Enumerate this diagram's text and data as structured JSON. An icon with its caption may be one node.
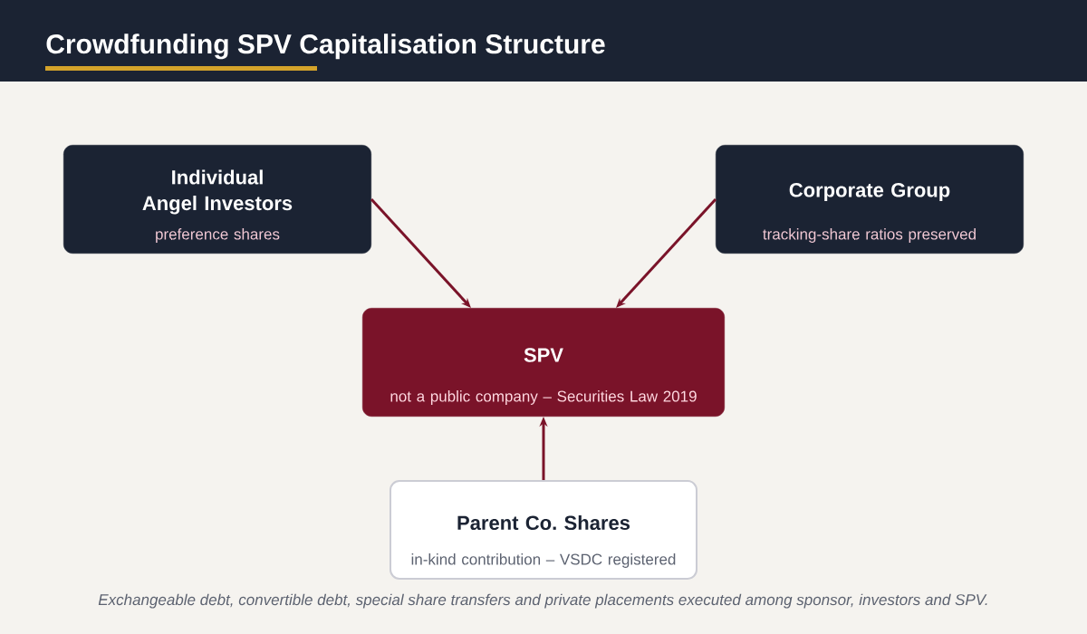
{
  "diagram": {
    "title": "Crowdfunding SPV Capitalisation Structure",
    "caption": "Exchangeable debt, convertible debt, special share transfers and private placements executed among sponsor, investors and SPV.",
    "nodes": [
      {
        "text": [
          "Individual Angel Investors",
          "preference shares"
        ]
      },
      {
        "text": [
          "Corporate Group",
          "tracking-share ratios preserved"
        ]
      },
      {
        "text": [
          "SPV",
          "not a public company – Securities Law 2019"
        ]
      },
      {
        "text": [
          "Parent Co. Shares",
          "in-kind contribution – VSDC registered"
        ]
      }
    ],
    "edges": [
      {
        "from": 0,
        "to": 2,
        "arrow": "to"
      },
      {
        "from": 1,
        "to": 2,
        "arrow": "to"
      },
      {
        "from": 3,
        "to": 2,
        "arrow": "to"
      }
    ]
  }
}
